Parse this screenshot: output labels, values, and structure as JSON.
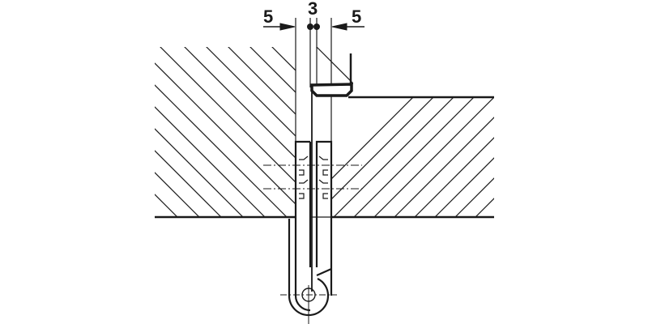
{
  "diagram": {
    "type": "technical-drawing",
    "subject": "concealed hinge installation cross-section",
    "dimensions": {
      "left_label": "5",
      "center_label": "3",
      "right_label": "5"
    },
    "colors": {
      "line": "#1a1a1a",
      "background": "#ffffff"
    }
  }
}
